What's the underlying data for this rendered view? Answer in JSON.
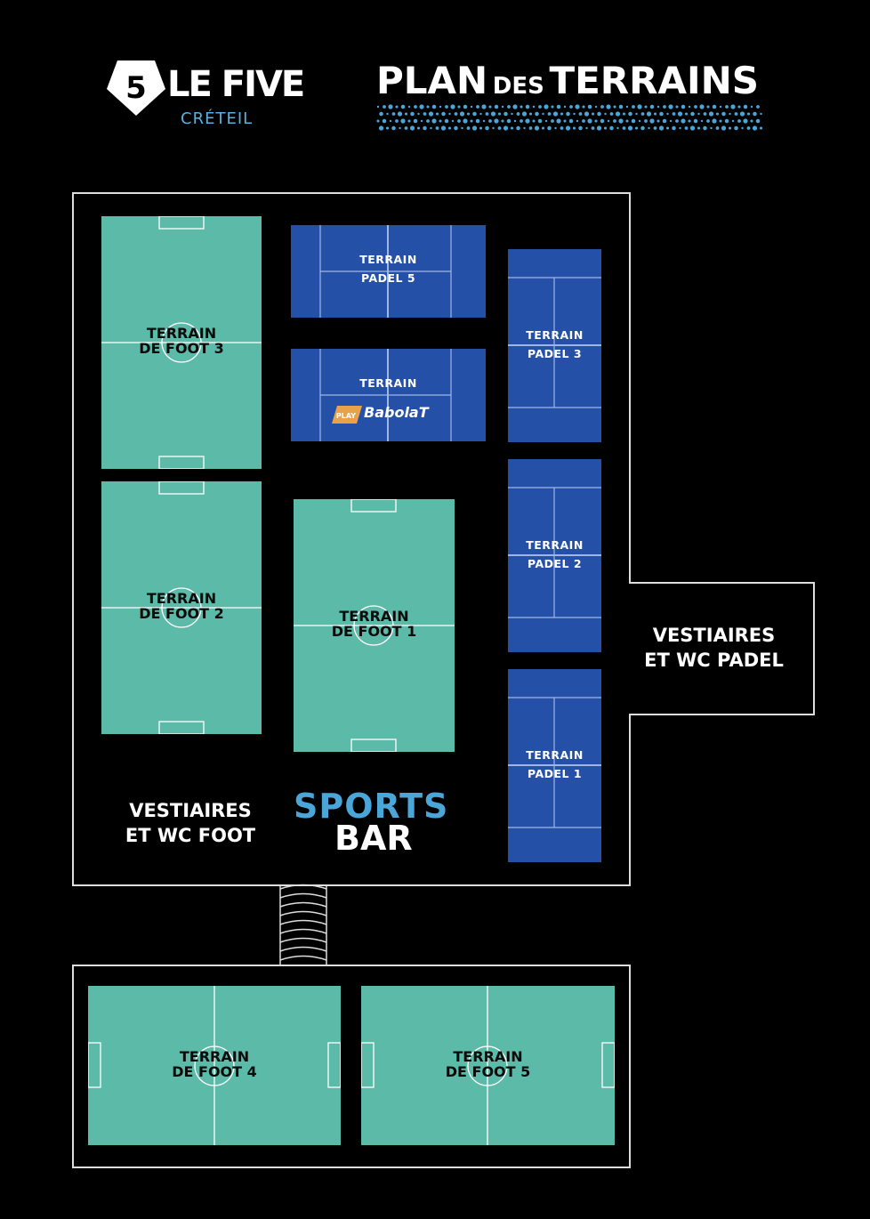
{
  "brand": {
    "badge_number": "5",
    "name": "LE FIVE",
    "city": "CRÉTEIL"
  },
  "title": {
    "part1": "PLAN",
    "part2": "DES",
    "part3": "TERRAINS"
  },
  "courts": {
    "foot3": {
      "line1": "TERRAIN",
      "line2": "DE FOOT 3"
    },
    "foot2": {
      "line1": "TERRAIN",
      "line2": "DE FOOT 2"
    },
    "foot1": {
      "line1": "TERRAIN",
      "line2": "DE FOOT 1"
    },
    "foot4": {
      "line1": "TERRAIN",
      "line2": "DE FOOT 4"
    },
    "foot5": {
      "line1": "TERRAIN",
      "line2": "DE FOOT 5"
    },
    "padel5": {
      "line1": "TERRAIN",
      "line2": "PADEL 5"
    },
    "babolat": {
      "line1": "TERRAIN",
      "sponsor_badge": "PLAY",
      "sponsor": "BabolaT"
    },
    "padel3": {
      "line1": "TERRAIN",
      "line2": "PADEL 3"
    },
    "padel2": {
      "line1": "TERRAIN",
      "line2": "PADEL 2"
    },
    "padel1": {
      "line1": "TERRAIN",
      "line2": "PADEL 1"
    }
  },
  "areas": {
    "vestiaires_padel": {
      "line1": "VESTIAIRES",
      "line2": "ET WC PADEL"
    },
    "vestiaires_foot": {
      "line1": "VESTIAIRES",
      "line2": "ET WC FOOT"
    },
    "sports_bar": {
      "line1": "SPORTS",
      "line2": "BAR"
    }
  },
  "colors": {
    "background": "#000000",
    "foot_court": "#5cbaa8",
    "padel_court": "#2450a8",
    "accent_blue": "#4aa6d8"
  }
}
